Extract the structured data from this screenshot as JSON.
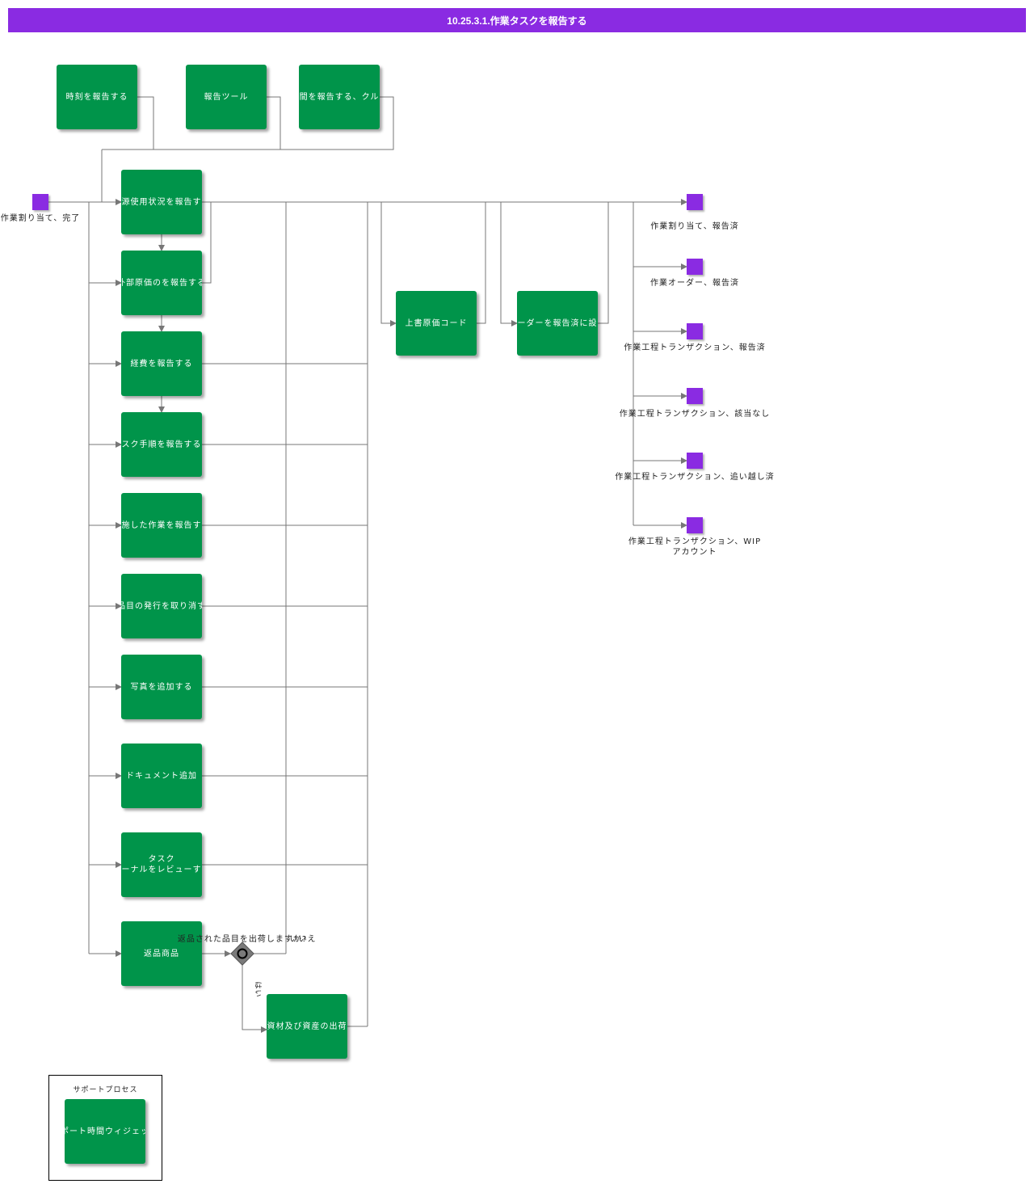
{
  "title": "10.25.3.1.作業タスクを報告する",
  "tools": {
    "report_time": "時刻を報告する",
    "report_tool": "報告ツール",
    "report_crew": "間を報告する、クル"
  },
  "start_event": "作業割り当て、完了",
  "tasks": {
    "resource_usage": "源使用状況を報告す",
    "outside_cost": "外部原価のを報告する",
    "expenses": "経費を報告する",
    "task_steps": "スク手順を報告する",
    "work_done": "施した作業を報告す",
    "cancel_issue": "品目の発行を取り消す",
    "add_photo": "写真を追加する",
    "add_doc": "ドキュメント追加",
    "review_journal": "タスク\nーナルをレビューす",
    "return_item": "返品商品",
    "overwrite_cost": "上書原価コード",
    "set_reported": "ーダーを報告済に設",
    "ship_material": "資材及び資産の出荷"
  },
  "gateway": {
    "question": "返品された品目を出荷しますか?",
    "no": "いいえ",
    "yes": "はい"
  },
  "end_events": [
    "作業割り当て、報告済",
    "作業オーダー、報告済",
    "作業工程トランザクション、報告済",
    "作業工程トランザクション、該当なし",
    "作業工程トランザクション、追い越し済",
    "作業工程トランザクション、WIP\nアカウント"
  ],
  "support": {
    "title": "サポートプロセス",
    "widget": "ポート時間ウィジェッ"
  },
  "colors": {
    "accent": "#8a2be2",
    "task": "#00944a",
    "connector": "#777777"
  }
}
